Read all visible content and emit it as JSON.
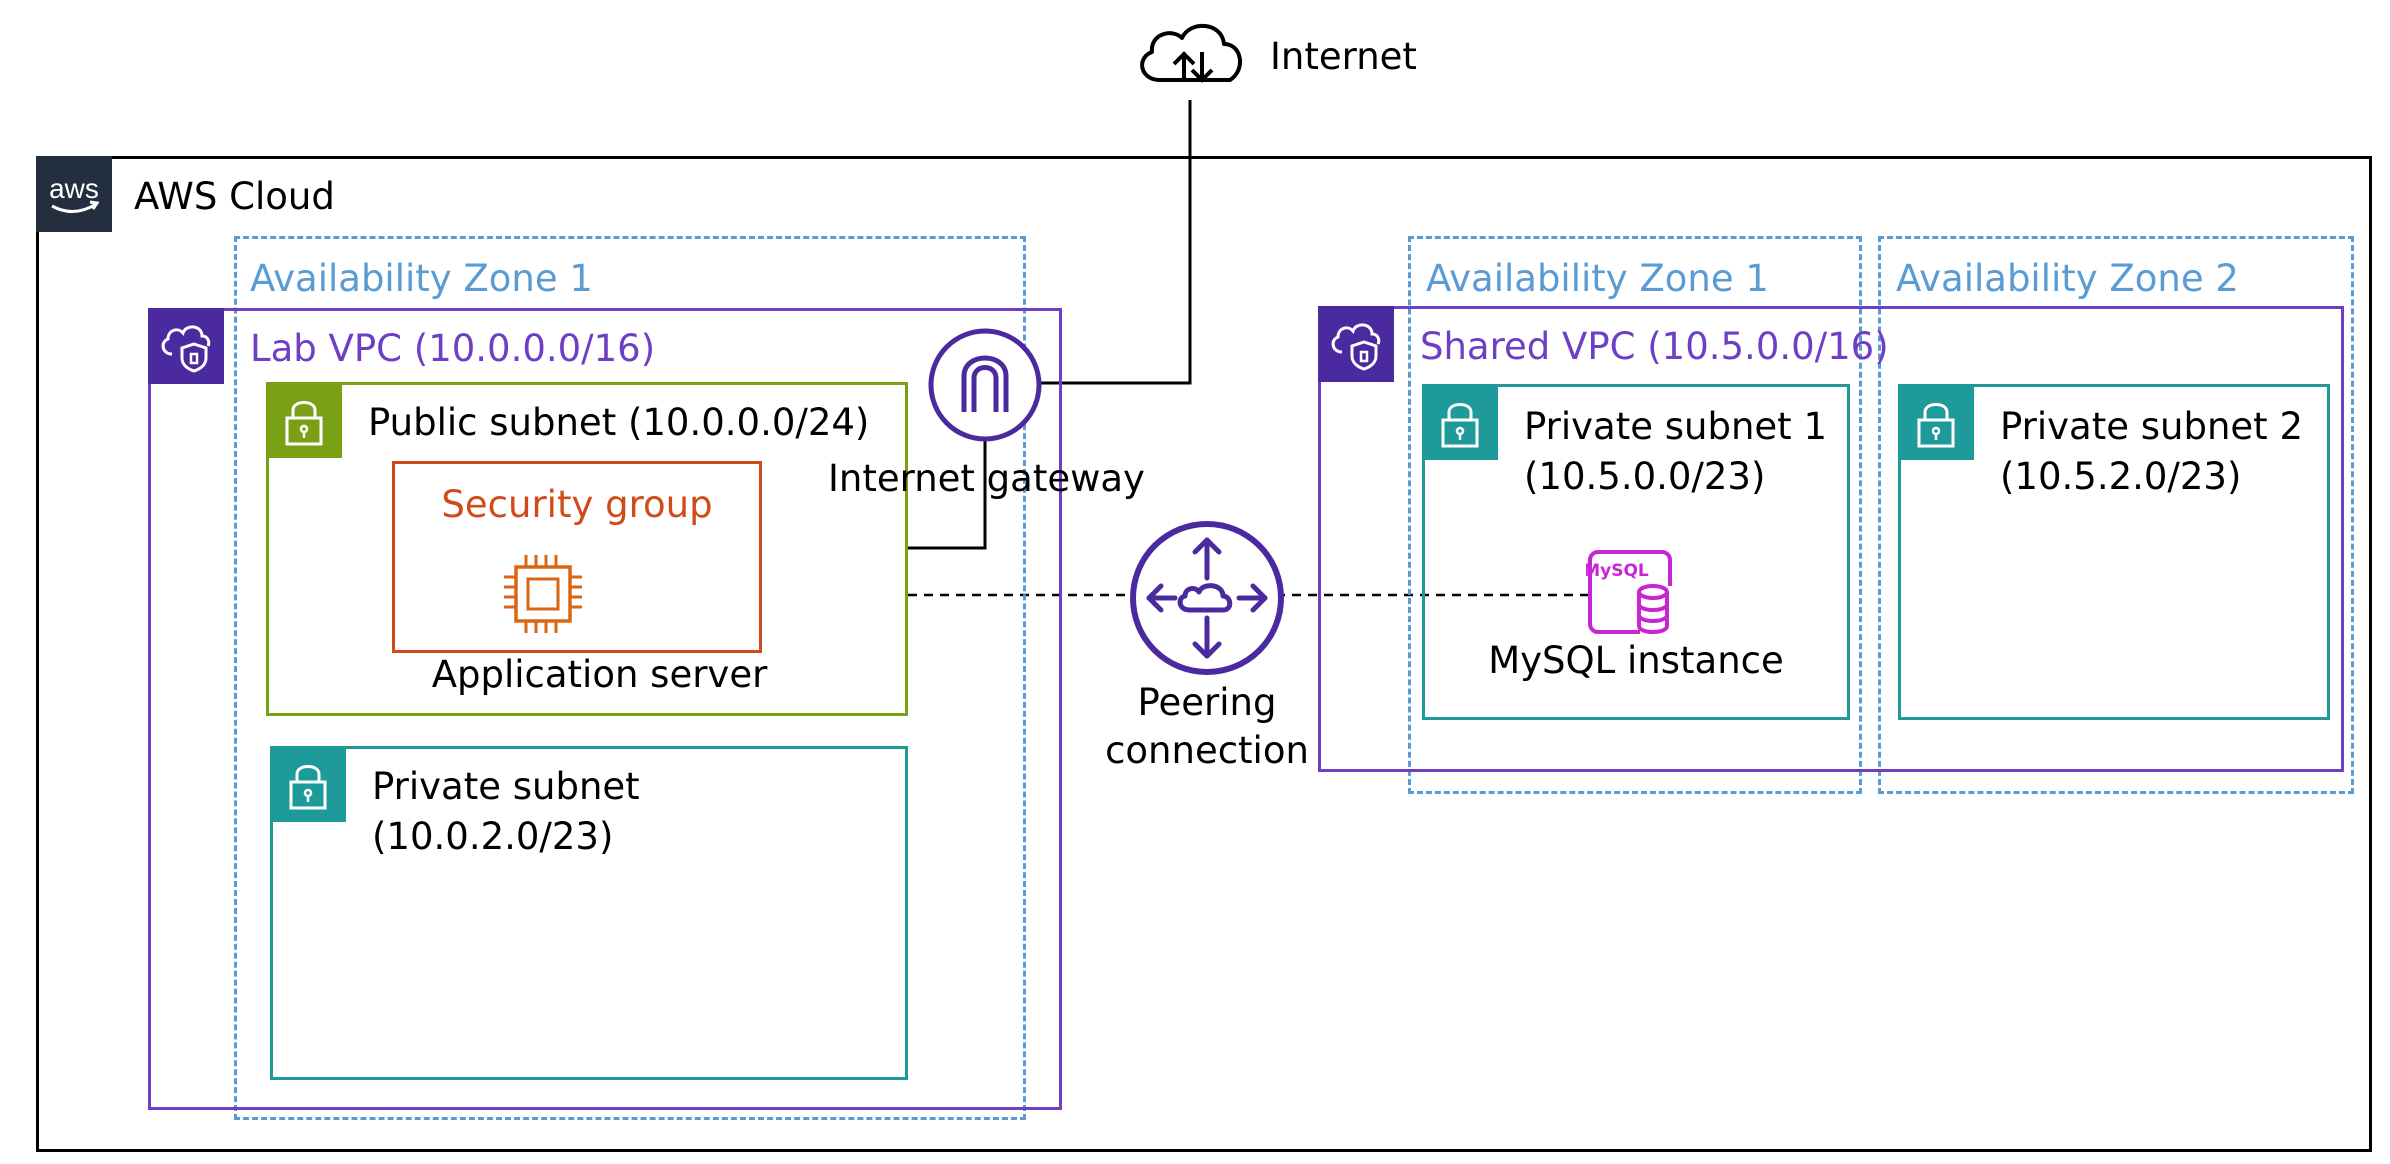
{
  "internet": {
    "label": "Internet",
    "icon": "cloud-up-down-icon"
  },
  "aws_cloud": {
    "label": "AWS Cloud",
    "logo_text": "aws"
  },
  "left": {
    "az_label": "Availability Zone 1",
    "vpc_label": "Lab VPC (10.0.0.0/16)",
    "public_subnet": {
      "label": "Public subnet (10.0.0.0/24)"
    },
    "security_group": {
      "label": "Security group"
    },
    "app_server": {
      "label": "Application server",
      "icon": "ec2-chip-icon"
    },
    "private_subnet": {
      "line1": "Private subnet",
      "line2": "(10.0.2.0/23)"
    },
    "igw": {
      "label": "Internet gateway"
    }
  },
  "peering": {
    "line1": "Peering",
    "line2": "connection"
  },
  "right": {
    "az1_label": "Availability Zone 1",
    "az2_label": "Availability Zone 2",
    "vpc_label": "Shared VPC (10.5.0.0/16)",
    "private_subnet_1": {
      "line1": "Private subnet 1",
      "line2": "(10.5.0.0/23)"
    },
    "private_subnet_2": {
      "line1": "Private subnet 2",
      "line2": "(10.5.2.0/23)"
    },
    "mysql": {
      "label": "MySQL instance",
      "badge": "MySQL"
    }
  },
  "colors": {
    "az": "#5a9bd4",
    "vpc": "#6e3fc4",
    "vpc_badge": "#4b2aa0",
    "public_subnet": "#7aa116",
    "private_subnet": "#1f9a9a",
    "security_group": "#d14b1a",
    "mysql": "#c925d1",
    "aws_badge": "#232f3e"
  }
}
